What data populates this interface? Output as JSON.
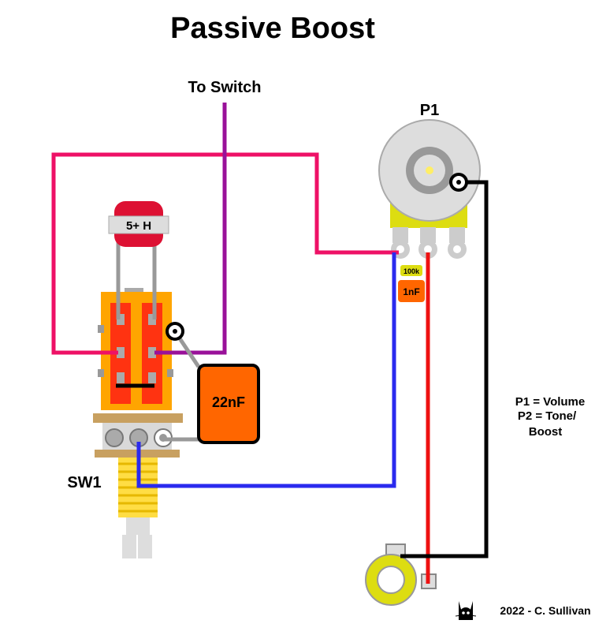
{
  "title": "Passive Boost",
  "labels": {
    "to_switch": "To Switch",
    "pot": "P1",
    "switch": "SW1",
    "legend_line1": "P1 = Volume",
    "legend_line2": "P2 = Tone/",
    "legend_line3": "Boost",
    "credit": "2022 - C. Sullivan"
  },
  "components": {
    "inductor": "5+ H",
    "capacitor_large": "22nF",
    "capacitor_small": "1nF",
    "resistor": "100k"
  },
  "colors": {
    "wire_pink": "#ee1166",
    "wire_purple": "#991199",
    "wire_blue": "#2a2aee",
    "wire_red": "#ee1111",
    "wire_black": "#000000",
    "wire_gray": "#999999",
    "capacitor_orange": "#ff6600",
    "switch_body": "#ffa500",
    "switch_contact": "#ff3311",
    "inductor_red": "#dd1133",
    "pot_yellow": "#dddd11",
    "bushing_tan": "#c8a060"
  },
  "icons": {
    "cat": "cat-icon"
  }
}
